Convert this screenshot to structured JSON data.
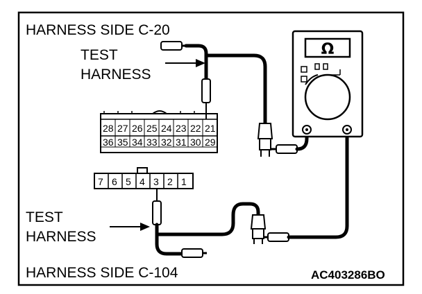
{
  "labels": {
    "harness_side_top": "HARNESS SIDE C-20",
    "test_harness_top_line1": "TEST",
    "test_harness_top_line2": "HARNESS",
    "test_harness_bottom_line1": "TEST",
    "test_harness_bottom_line2": "HARNESS",
    "harness_side_bottom": "HARNESS SIDE C-104",
    "figure_code": "AC403286BO"
  },
  "connector_c20": {
    "row_top": [
      "28",
      "27",
      "26",
      "25",
      "24",
      "23",
      "22",
      "21"
    ],
    "row_bottom": [
      "36",
      "35",
      "34",
      "33",
      "32",
      "31",
      "30",
      "29"
    ]
  },
  "connector_c104": {
    "pins": [
      "7",
      "6",
      "5",
      "4",
      "3",
      "2",
      "1"
    ]
  },
  "meter": {
    "display_symbol": "Ω",
    "icon": "ohmmeter-icon"
  }
}
